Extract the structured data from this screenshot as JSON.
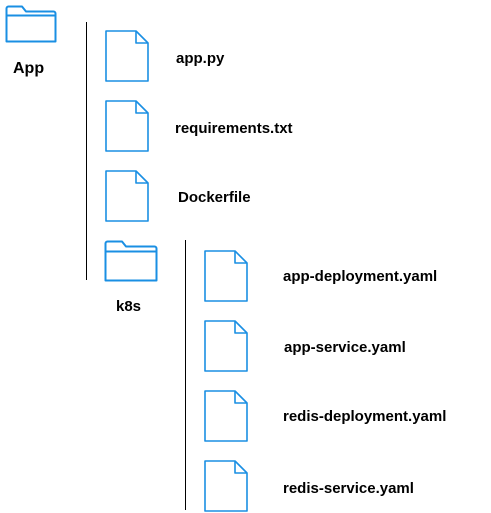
{
  "theme": {
    "icon_stroke": "#1a8fe3",
    "text_color": "#000000",
    "line_color": "#000000"
  },
  "root": {
    "label": "App",
    "icon": "folder-icon"
  },
  "app_contents": [
    {
      "label": "app.py",
      "icon": "file-icon"
    },
    {
      "label": "requirements.txt",
      "icon": "file-icon"
    },
    {
      "label": "Dockerfile",
      "icon": "file-icon"
    }
  ],
  "k8s": {
    "label": "k8s",
    "icon": "folder-icon",
    "contents": [
      {
        "label": "app-deployment.yaml",
        "icon": "file-icon"
      },
      {
        "label": "app-service.yaml",
        "icon": "file-icon"
      },
      {
        "label": "redis-deployment.yaml",
        "icon": "file-icon"
      },
      {
        "label": "redis-service.yaml",
        "icon": "file-icon"
      }
    ]
  }
}
